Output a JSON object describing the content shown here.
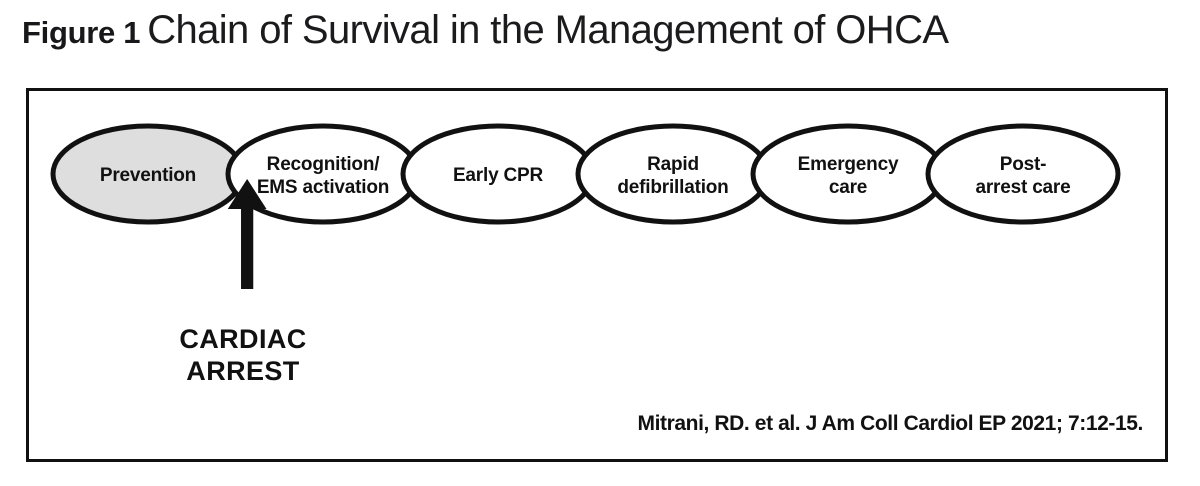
{
  "title": {
    "figure_label": "Figure 1",
    "main": "Chain of Survival in the Management of OHCA"
  },
  "colors": {
    "stroke": "#111111",
    "highlight_fill": "#dedede",
    "plain_fill": "#ffffff",
    "text": "#111111",
    "frame": "#111111"
  },
  "diagram": {
    "type": "chain-of-survival",
    "links": [
      {
        "id": "prevention",
        "line1": "Prevention",
        "line2": "",
        "highlighted": true
      },
      {
        "id": "recognition-ems",
        "line1": "Recognition/",
        "line2": "EMS activation",
        "highlighted": false
      },
      {
        "id": "early-cpr",
        "line1": "Early CPR",
        "line2": "",
        "highlighted": false
      },
      {
        "id": "rapid-defibrillation",
        "line1": "Rapid",
        "line2": "defibrillation",
        "highlighted": false
      },
      {
        "id": "emergency-care",
        "line1": "Emergency",
        "line2": "care",
        "highlighted": false
      },
      {
        "id": "post-arrest-care",
        "line1": "Post-",
        "line2": "arrest care",
        "highlighted": false
      }
    ],
    "annotation": {
      "id": "cardiac-arrest",
      "line1": "CARDIAC",
      "line2": "ARREST",
      "arrow": "up-arrow"
    }
  },
  "citation": "Mitrani, RD. et al. J Am Coll Cardiol EP 2021; 7:12-15."
}
